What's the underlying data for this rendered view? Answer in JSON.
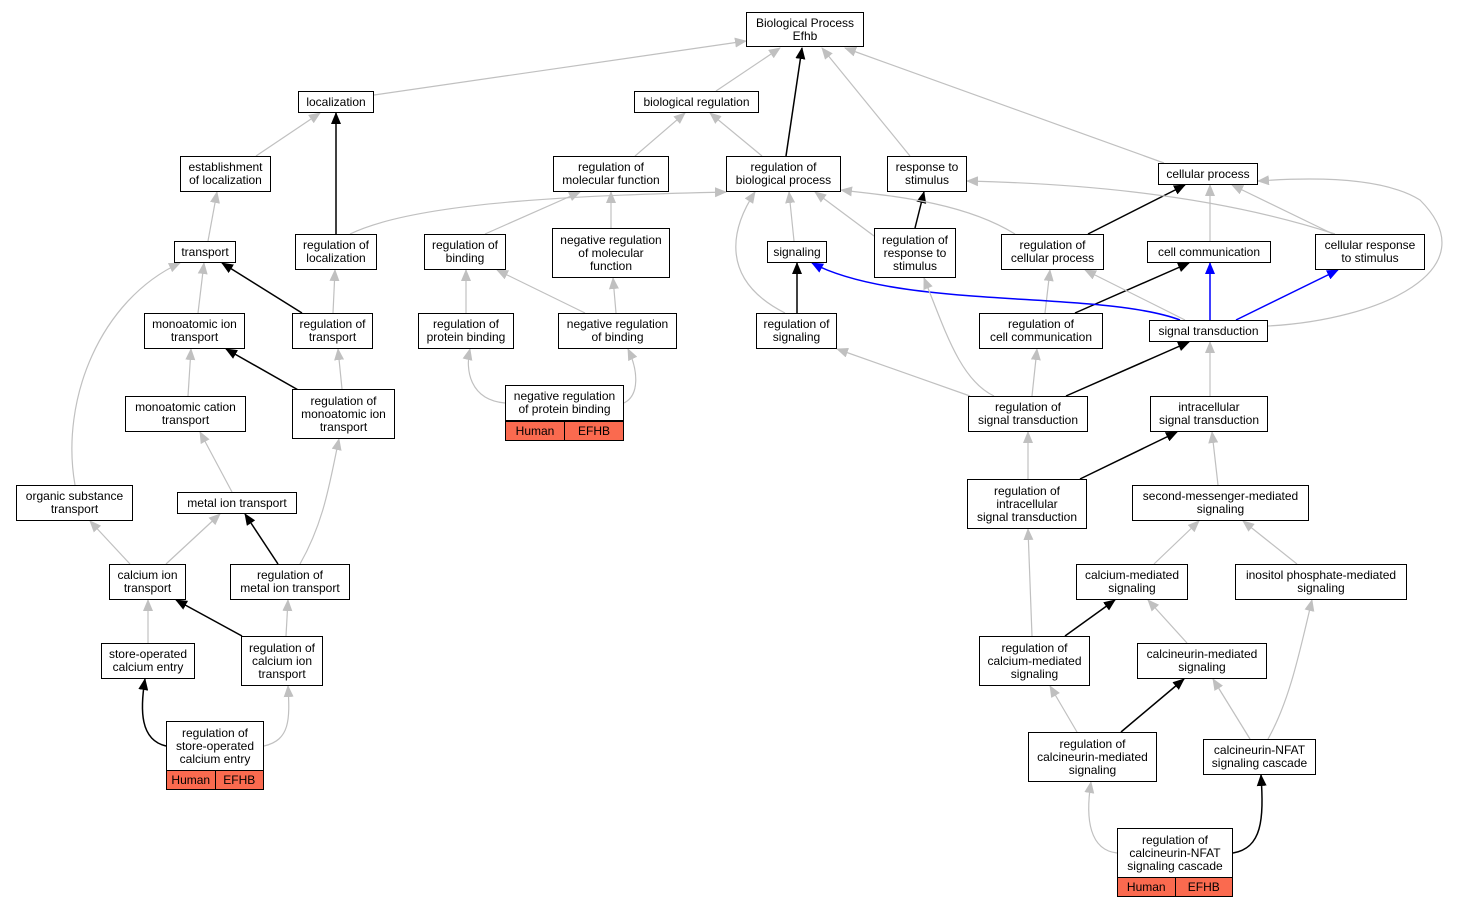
{
  "nodes": {
    "root": "Biological Process\nEfhb",
    "localization": "localization",
    "biological_regulation": "biological regulation",
    "establishment_of_localization": "establishment\nof localization",
    "regulation_of_molecular_function": "regulation of\nmolecular function",
    "regulation_of_biological_process": "regulation of\nbiological process",
    "response_to_stimulus": "response to\nstimulus",
    "cellular_process": "cellular process",
    "transport": "transport",
    "regulation_of_localization": "regulation of\nlocalization",
    "regulation_of_binding": "regulation of\nbinding",
    "negative_regulation_of_molecular_function": "negative regulation\nof molecular\nfunction",
    "signaling": "signaling",
    "regulation_of_response_to_stimulus": "regulation of\nresponse to\nstimulus",
    "regulation_of_cellular_process": "regulation of\ncellular process",
    "cell_communication": "cell communication",
    "cellular_response_to_stimulus": "cellular response\nto stimulus",
    "monoatomic_ion_transport": "monoatomic ion\ntransport",
    "regulation_of_transport": "regulation of\ntransport",
    "regulation_of_protein_binding": "regulation of\nprotein binding",
    "negative_regulation_of_binding": "negative regulation\nof binding",
    "regulation_of_signaling": "regulation of\nsignaling",
    "regulation_of_cell_communication": "regulation of\ncell communication",
    "signal_transduction": "signal transduction",
    "monoatomic_cation_transport": "monoatomic cation\ntransport",
    "regulation_of_monoatomic_ion_transport": "regulation of\nmonoatomic ion\ntransport",
    "negative_regulation_of_protein_binding": "negative regulation\nof protein binding",
    "regulation_of_signal_transduction": "regulation of\nsignal transduction",
    "intracellular_signal_transduction": "intracellular\nsignal transduction",
    "organic_substance_transport": "organic substance\ntransport",
    "metal_ion_transport": "metal ion transport",
    "regulation_of_intracellular_signal_transduction": "regulation of\nintracellular\nsignal transduction",
    "second_messenger_mediated_signaling": "second-messenger-mediated\nsignaling",
    "calcium_ion_transport": "calcium ion\ntransport",
    "regulation_of_metal_ion_transport": "regulation of\nmetal ion transport",
    "calcium_mediated_signaling": "calcium-mediated\nsignaling",
    "inositol_phosphate_mediated_signaling": "inositol phosphate-mediated\nsignaling",
    "store_operated_calcium_entry": "store-operated\ncalcium entry",
    "regulation_of_calcium_ion_transport": "regulation of\ncalcium ion\ntransport",
    "regulation_of_calcium_mediated_signaling": "regulation of\ncalcium-mediated\nsignaling",
    "calcineurin_mediated_signaling": "calcineurin-mediated\nsignaling",
    "regulation_of_store_operated_calcium_entry": "regulation of\nstore-operated\ncalcium entry",
    "regulation_of_calcineurin_mediated_signaling": "regulation of\ncalcineurin-mediated\nsignaling",
    "calcineurin_nfat_signaling_cascade": "calcineurin-NFAT\nsignaling cascade",
    "regulation_of_calcineurin_nfat_signaling_cascade": "regulation of\ncalcineurin-NFAT\nsignaling cascade"
  },
  "annotation": {
    "species": "Human",
    "gene": "EFHB"
  },
  "colors": {
    "edge_default": "#c0c0c0",
    "edge_highlight": "#000000",
    "edge_blue": "#0000ff",
    "badge": "#fa6a4f"
  }
}
